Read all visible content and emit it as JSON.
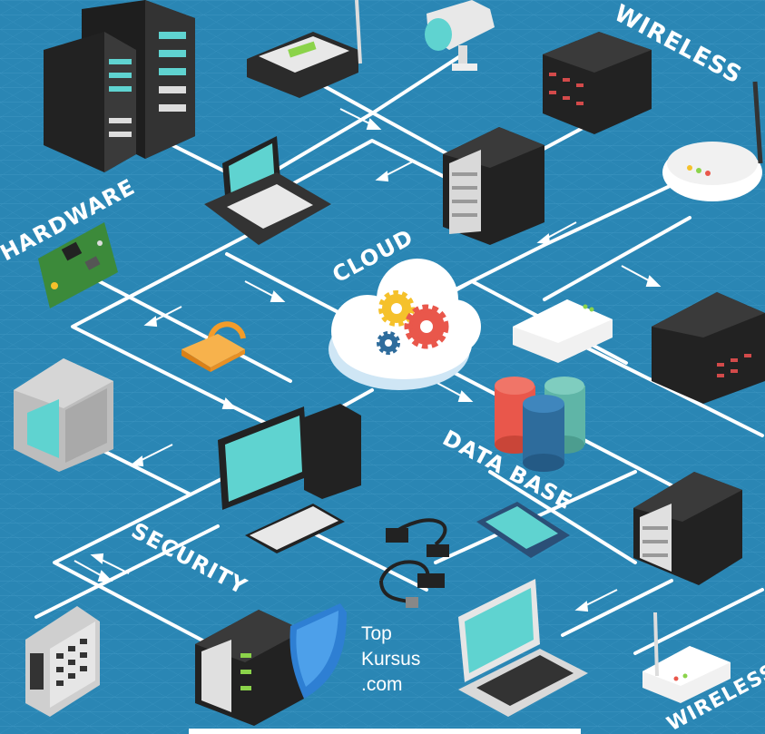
{
  "labels": {
    "wireless_top": "WIRELESS",
    "hardware": "HARDWARE",
    "cloud": "CLOUD",
    "data_base": "DATA BASE",
    "security": "SECURITY",
    "wireless_bottom": "WIRELESS"
  },
  "watermark": {
    "line1": "Top",
    "line2": "Kursus",
    "line3": ".com"
  },
  "colors": {
    "background": "#2a86b4",
    "grid": "#3f98c4",
    "connector": "#ffffff",
    "screen": "#5fd3d0",
    "device_dark": "#2b2b2b",
    "gear_yellow": "#f5c12b",
    "gear_red": "#e9574b",
    "gear_blue": "#2e6c9c",
    "lock": "#f39c2a",
    "shield": "#2e7fd3"
  }
}
